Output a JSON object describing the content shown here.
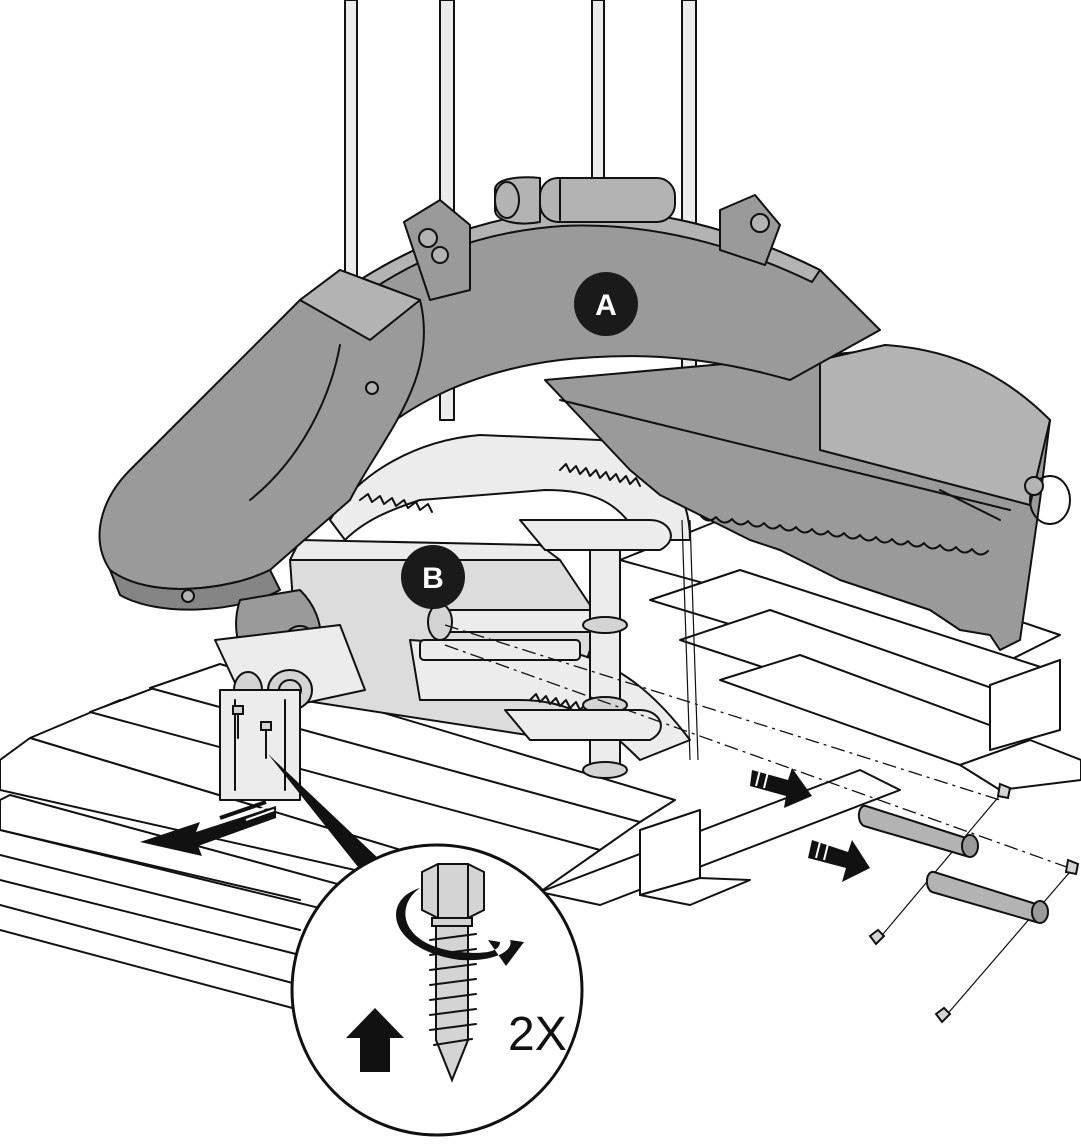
{
  "labels": {
    "part_a": "A",
    "part_b": "B",
    "screw_count": "2X"
  },
  "icons": {
    "removal_arrow": "arrow-icon",
    "lift_arrow": "arrow-up-icon",
    "rotation_arrow": "rotate-icon"
  },
  "colors": {
    "part_fill": "#9a9a9a",
    "badge": "#1a1a1a",
    "line": "#111111"
  }
}
